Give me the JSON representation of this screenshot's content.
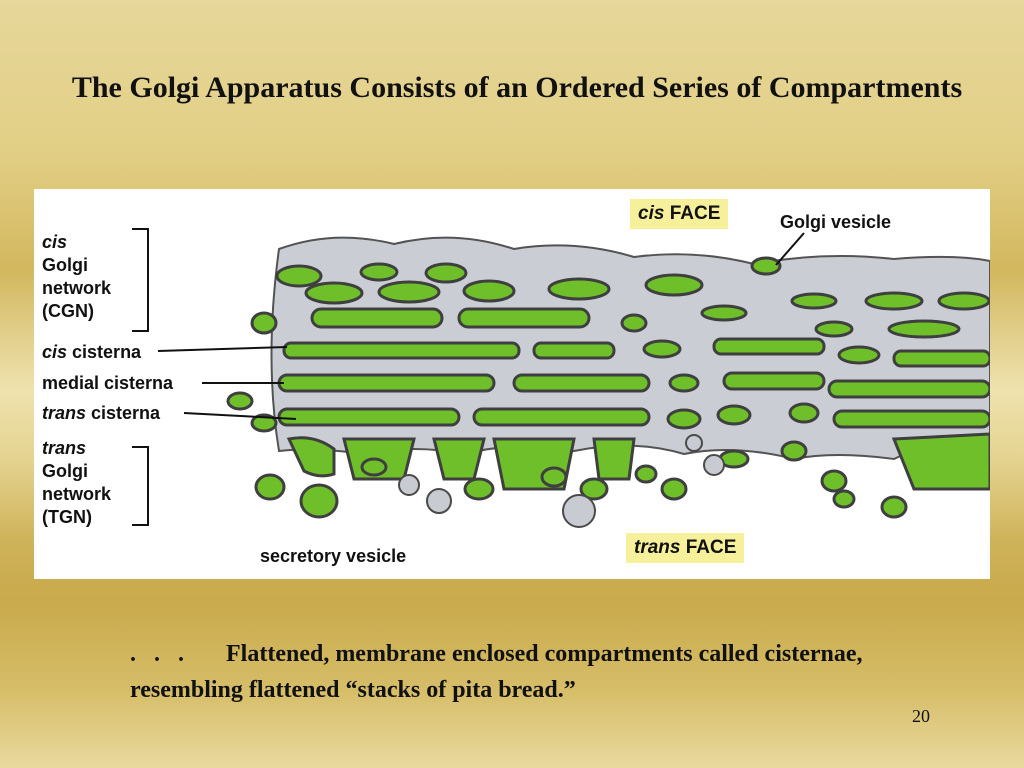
{
  "slide": {
    "title": "The Golgi Apparatus Consists of an Ordered Series of Compartments",
    "caption_dots": ". . .",
    "caption_text": "Flattened, membrane enclosed compartments called cisternae, resembling flattened “stacks of pita bread.”",
    "page_number": "20"
  },
  "diagram": {
    "labels": {
      "cgn_line1": "cis",
      "cgn_line2": "Golgi",
      "cgn_line3": "network",
      "cgn_line4": "(CGN)",
      "cis_cisterna_a": "cis",
      "cis_cisterna_b": " cisterna",
      "medial_cisterna": "medial cisterna",
      "trans_cisterna_a": "trans",
      "trans_cisterna_b": " cisterna",
      "tgn_line1": "trans",
      "tgn_line2": "Golgi",
      "tgn_line3": "network",
      "tgn_line4": "(TGN)",
      "golgi_vesicle": "Golgi vesicle",
      "secretory_vesicle": "secretory vesicle",
      "cis_face_a": "cis",
      "cis_face_b": " FACE",
      "trans_face_a": "trans",
      "trans_face_b": " FACE"
    },
    "colors": {
      "lumen": "#6fbf2a",
      "membrane_outline": "#4a4a4a",
      "membrane_fill": "#c8ccd2",
      "face_box": "#f6f09a"
    }
  }
}
